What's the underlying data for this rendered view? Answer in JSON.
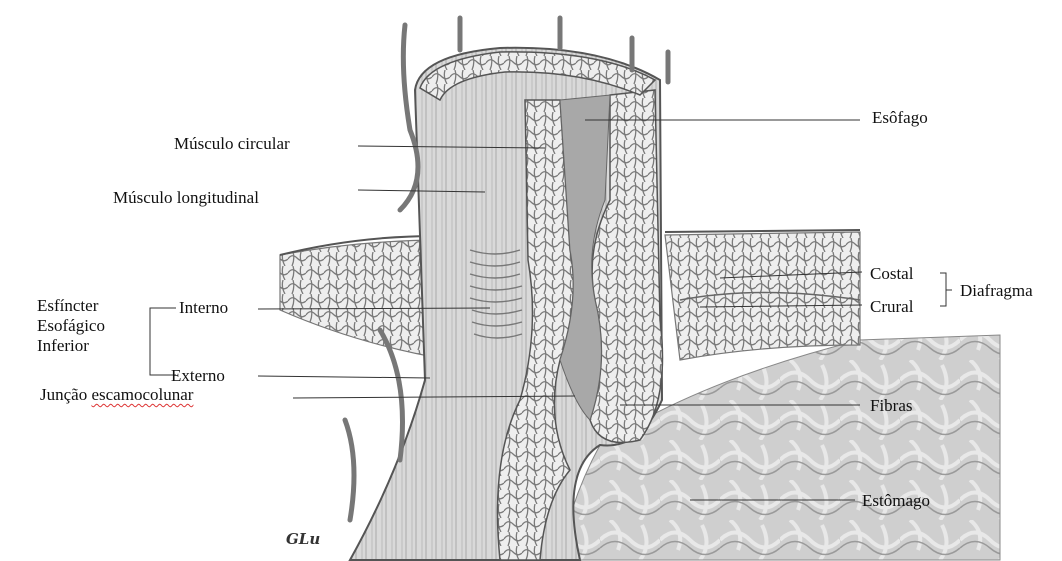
{
  "labels": {
    "esofago": "Esôfago",
    "musculo_circular": "Músculo circular",
    "musculo_longitudinal": "Músculo longitudinal",
    "costal": "Costal",
    "crural": "Crural",
    "diafragma": "Diafragma",
    "esfincter_line1": "Esfíncter",
    "esfincter_line2": "Esofágico",
    "esfincter_line3": "Inferior",
    "interno": "Interno",
    "externo": "Externo",
    "juncao_prefix": "Junção ",
    "juncao_word": "escamocolunar",
    "fibras": "Fibras",
    "estomago": "Estômago"
  },
  "artist_signature": "GLu"
}
